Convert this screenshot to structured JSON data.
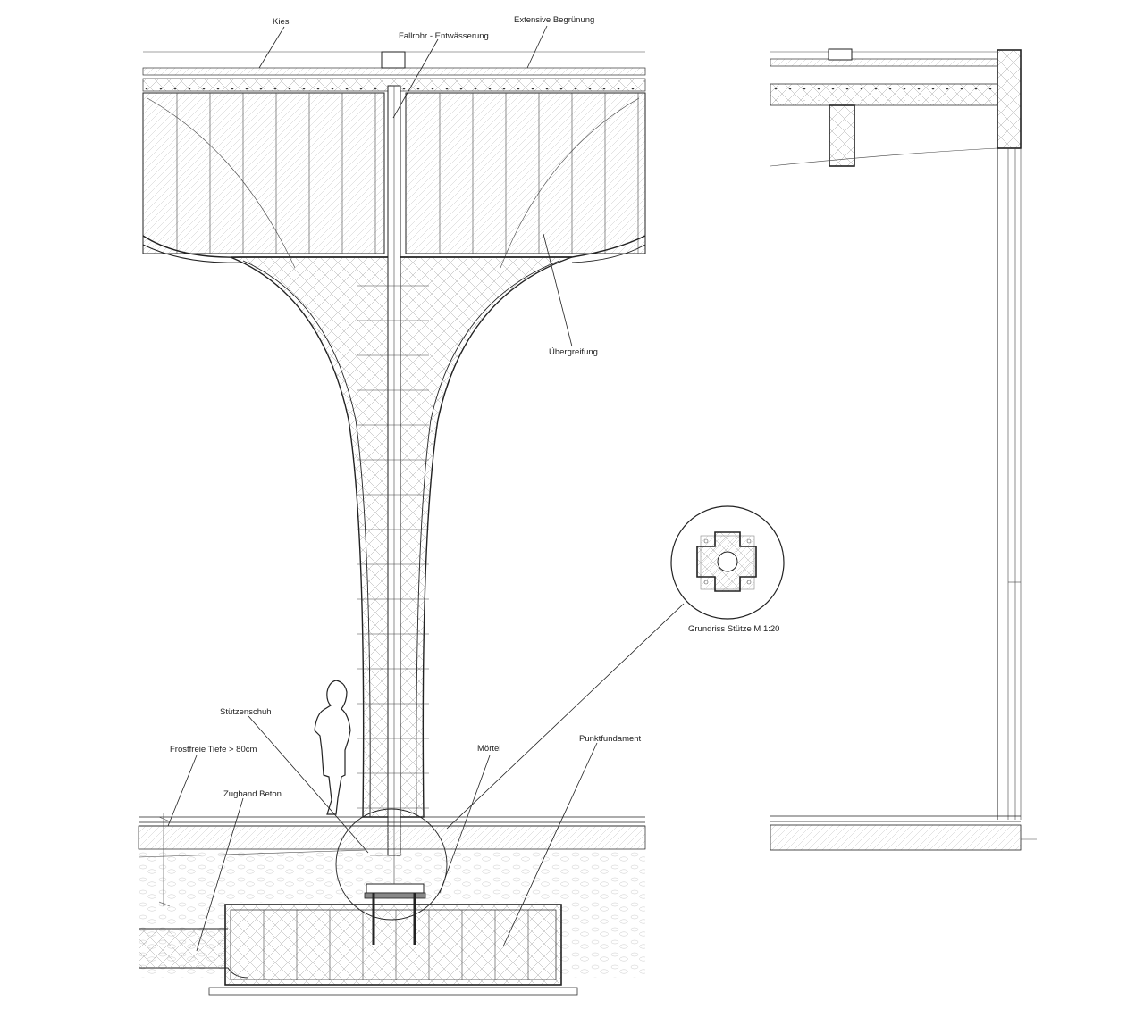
{
  "labels": {
    "kies": "Kies",
    "extensive_begruenung": "Extensive Begrünung",
    "fallrohr": "Fallrohr - Entwässerung",
    "uebergreifung": "Übergreifung",
    "grundriss_stuetze": "Grundriss Stütze M 1:20",
    "stuetzenschuh": "Stützenschuh",
    "frostfreie_tiefe": "Frostfreie Tiefe > 80cm",
    "zugband_beton": "Zugband Beton",
    "moertel": "Mörtel",
    "punktfundament": "Punktfundament"
  },
  "colors": {
    "line": "#222222",
    "hatch": "#9a9a9a",
    "background": "#ffffff"
  }
}
